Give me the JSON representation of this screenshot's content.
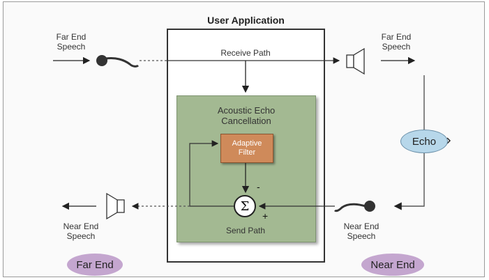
{
  "title": "User Application",
  "labels": {
    "far_end_speech_in": "Far End\nSpeech",
    "far_end_speech_out": "Far End\nSpeech",
    "near_end_speech_out": "Near End\nSpeech",
    "near_end_speech_in": "Near End\nSpeech",
    "receive_path": "Receive Path",
    "send_path": "Send Path",
    "aec": "Acoustic Echo\nCancellation",
    "adaptive_filter": "Adaptive\nFilter",
    "echo": "Echo",
    "far_end": "Far End",
    "near_end": "Near End",
    "sigma": "Σ",
    "minus": "-",
    "plus": "+"
  }
}
